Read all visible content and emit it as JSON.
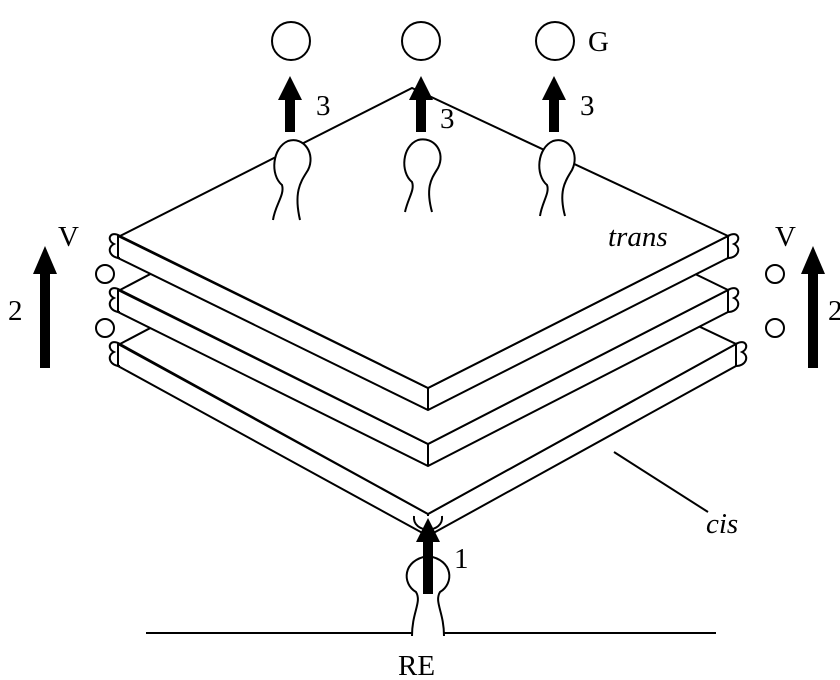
{
  "labels": {
    "golgi_vesicle": "G",
    "vesicle_left": "V",
    "vesicle_right": "V",
    "trans": "trans",
    "cis": "cis",
    "reticulum": "RE",
    "step_1": "1",
    "step_2_left": "2",
    "step_2_right": "2",
    "step_3_left": "3",
    "step_3_center": "3",
    "step_3_right": "3"
  }
}
